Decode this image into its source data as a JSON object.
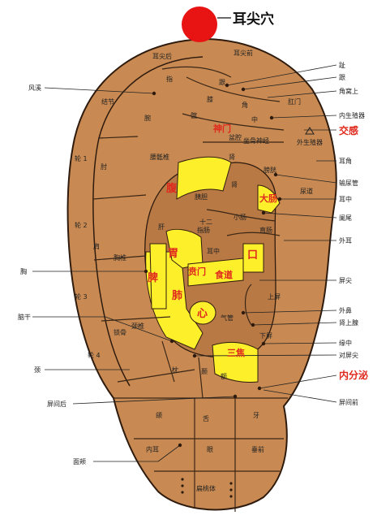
{
  "title": "耳尖穴",
  "colors": {
    "ear_fill": "#c88a52",
    "ear_inner": "#b97944",
    "outline": "#2e1b0e",
    "highlight": "#fdf02a",
    "marker": "#e81313",
    "label_red": "#e0291d"
  },
  "labels": {
    "top_left": "耳尖后",
    "top_right": "耳尖前",
    "fengxi": "风溪",
    "zhi_toe": "趾",
    "gen": "跟",
    "jiaowoshang": "角窝上",
    "jie_knuckle": "结节",
    "zhi_finger": "指",
    "xi": "膝",
    "wan": "腕",
    "kuan": "髋",
    "gangmen": "肛门",
    "neishengzhiqi": "内生殖器",
    "jiaogan": "交感",
    "lun1": "轮 1",
    "zhou": "肘",
    "yaodizhui": "腰骶椎",
    "waishengzhiqi": "外生殖器",
    "erjiao": "耳角",
    "shuniaoguan": "输尿管",
    "niaodao": "尿道",
    "erzhong": "耳中",
    "lanwei": "阑尾",
    "lun2": "轮 2",
    "jian": "肩",
    "xiongzhui": "胸椎",
    "waier": "外耳",
    "xiong": "胸",
    "pingjian": "屏尖",
    "lun3": "轮 3",
    "naogan": "脑干",
    "waibi": "外鼻",
    "shenshangxian": "肾上腺",
    "yuanzhong": "缘中",
    "duipingjian": "对屏尖",
    "neifenmi": "内分泌",
    "lun4": "轮 4",
    "jing": "颈",
    "pingjianhou": "屏间后",
    "pingjianqian": "屏间前",
    "mianjia": "面颊",
    "zhen": "枕",
    "nie": "颞",
    "e": "额",
    "jinggu": "锁骨",
    "jingzhui": "颈椎",
    "fei_inner": "肺",
    "pi": "脾",
    "xin": "心",
    "qiguan": "气管",
    "wei": "胃",
    "bemen": "贲门",
    "shidao": "食道",
    "kou": "口",
    "sanjiao": "三焦",
    "gan": "肝",
    "yidan": "胰胆",
    "shier_zhichang": "十二\n指肠",
    "xiaochang": "小肠",
    "dachang": "大肠",
    "fu": "腹",
    "shenmen": "神门",
    "penqiang": "盆腔",
    "zhong": "中",
    "jiao": "角",
    "jiao_sm": "角",
    "pangguang": "膀胱",
    "shen": "肾",
    "zhichang": "直肠",
    "shangping": "上屏",
    "xiaping": "下屏",
    "ya": "牙",
    "she": "舌",
    "he": "颌",
    "yan": "眼",
    "neier": "内耳",
    "biantaoti": "扁桃体",
    "chuihou": "垂前",
    "zuogushenjing": "坐骨神经",
    "zuo": "坐",
    "gu": "骨",
    "jing_dot": "颈"
  }
}
